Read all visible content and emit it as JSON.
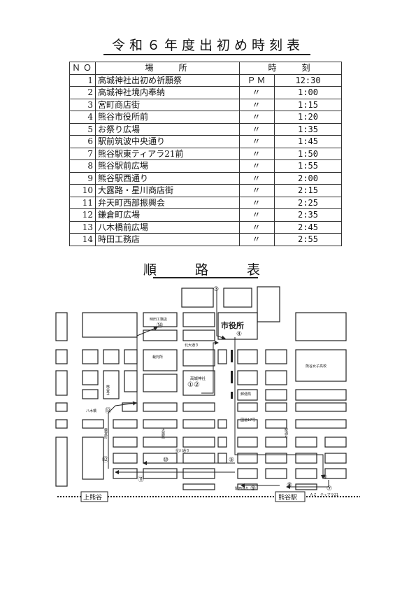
{
  "title": "令和６年度出初め時刻表",
  "table": {
    "headers": {
      "no": "ＮＯ",
      "place": "場　　所",
      "time": "時　　刻"
    },
    "rows": [
      {
        "no": "1",
        "place": "高城神社出初め祈願祭",
        "ampm": "ＰＭ",
        "time": "12:30"
      },
      {
        "no": "2",
        "place": "高城神社境内奉納",
        "ampm": "〃",
        "time": "1:00"
      },
      {
        "no": "3",
        "place": "宮町商店街",
        "ampm": "〃",
        "time": "1:15"
      },
      {
        "no": "4",
        "place": "熊谷市役所前",
        "ampm": "〃",
        "time": "1:20"
      },
      {
        "no": "5",
        "place": "お祭り広場",
        "ampm": "〃",
        "time": "1:35"
      },
      {
        "no": "6",
        "place": "駅前筑波中央通り",
        "ampm": "〃",
        "time": "1:45"
      },
      {
        "no": "7",
        "place": "熊谷駅東ティアラ21前",
        "ampm": "〃",
        "time": "1:50"
      },
      {
        "no": "8",
        "place": "熊谷駅前広場",
        "ampm": "〃",
        "time": "1:55"
      },
      {
        "no": "9",
        "place": "熊谷駅西通り",
        "ampm": "〃",
        "time": "2:00"
      },
      {
        "no": "10",
        "place": "大露路・星川商店街",
        "ampm": "〃",
        "time": "2:15"
      },
      {
        "no": "11",
        "place": "弁天町西部振興会",
        "ampm": "〃",
        "time": "2:25"
      },
      {
        "no": "12",
        "place": "鎌倉町広場",
        "ampm": "〃",
        "time": "2:35"
      },
      {
        "no": "13",
        "place": "八木橋前広場",
        "ampm": "〃",
        "time": "2:45"
      },
      {
        "no": "14",
        "place": "時田工務店",
        "ampm": "〃",
        "time": "2:55"
      }
    ]
  },
  "route_title": "順　路　表",
  "map": {
    "city_hall": "市役所",
    "tokita": "時田工務店",
    "kita_odori": "北大通り",
    "court": "裁判所",
    "takagi_shrine": "高城神社",
    "shrine_marks": "①②",
    "post_office": "郵便局",
    "girls_school": "熊谷女子高校",
    "kumagaya_temple": "熊谷寺",
    "yagihashi": "八木橋",
    "kamakura_cho": "鎌倉町",
    "oroji": "大露路",
    "route17": "国道17号",
    "ekidori": "駅通り",
    "hoshikawa": "星川通り",
    "ekinishi": "駅西通り",
    "az_tiara": "ＡＺ　ティアラ21",
    "kami_kumagaya": "上熊谷",
    "kumagaya_station": "熊谷駅",
    "num_1": "①",
    "num_2": "②",
    "num_3": "③",
    "num_4": "④",
    "num_5": "⑤",
    "num_6": "⑥",
    "num_7": "⑦",
    "num_8": "⑧",
    "num_9": "⑨",
    "num_10": "⑩",
    "num_11": "⑪",
    "num_12": "⑫",
    "num_13": "⑬",
    "num_14": "⑭"
  }
}
